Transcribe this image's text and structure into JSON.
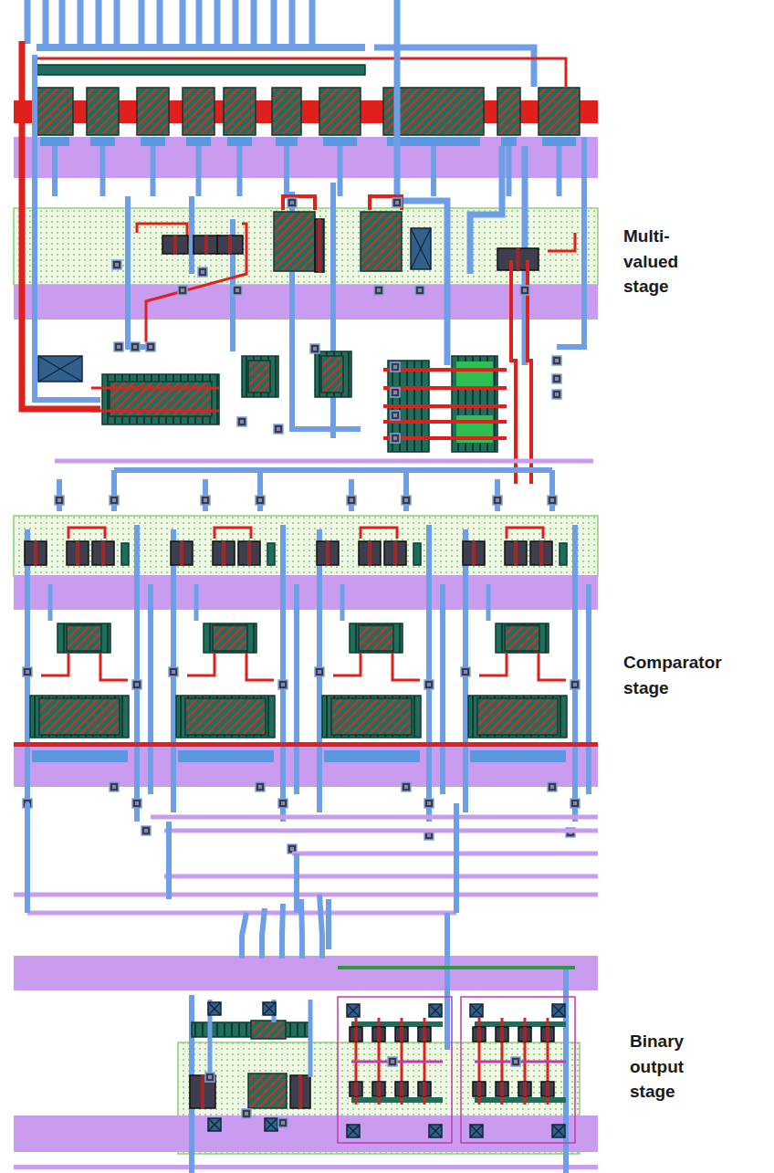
{
  "diagram": {
    "labels": [
      "Multi- valued stage",
      "Comparator stage",
      "Binary output stage"
    ]
  }
}
